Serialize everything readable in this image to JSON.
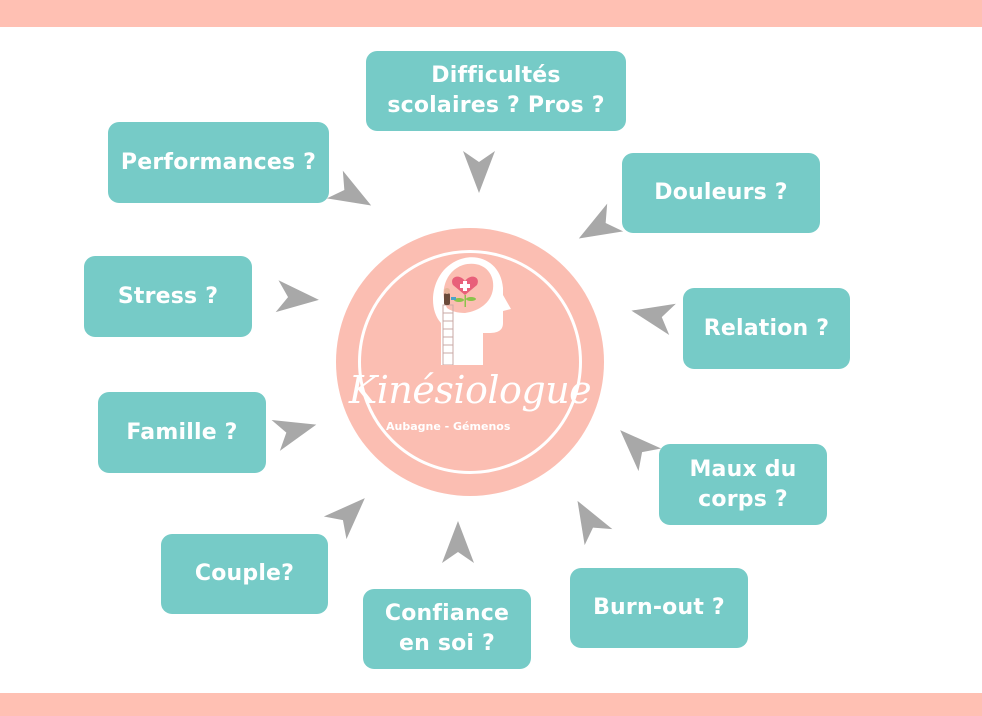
{
  "bands": {
    "color": "#FFC0B3"
  },
  "center": {
    "brand": "Kinésiologue",
    "subtitle": "Aubagne - Gémenos",
    "icon": "head-with-heart-icon",
    "circle_color": "#FBBEB2"
  },
  "colors": {
    "box": "#76CBC7",
    "arrow": "#A8A8A8",
    "text": "#FFFFFF"
  },
  "boxes": [
    {
      "id": "difficultes",
      "label": "Difficultés\nscolaires ? Pros ?"
    },
    {
      "id": "performances",
      "label": "Performances ?"
    },
    {
      "id": "douleurs",
      "label": "Douleurs ?"
    },
    {
      "id": "stress",
      "label": "Stress ?"
    },
    {
      "id": "relation",
      "label": "Relation ?"
    },
    {
      "id": "famille",
      "label": "Famille ?"
    },
    {
      "id": "maux",
      "label": "Maux du\ncorps ?"
    },
    {
      "id": "couple",
      "label": "Couple?"
    },
    {
      "id": "confiance",
      "label": "Confiance\nen soi ?"
    },
    {
      "id": "burnout",
      "label": "Burn-out ?"
    }
  ],
  "arrows": [
    {
      "icon": "arrow-icon",
      "points_to": "center"
    }
  ]
}
